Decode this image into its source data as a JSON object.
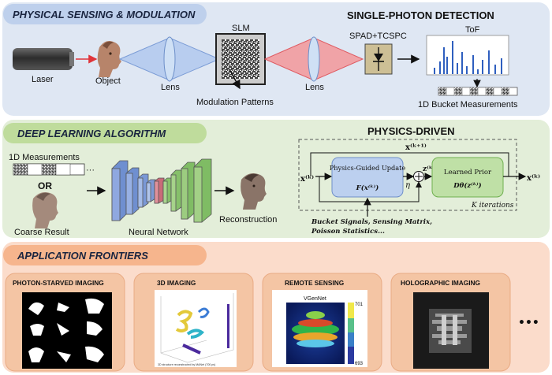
{
  "sections": {
    "sensing": {
      "title": "PHYSICAL SENSING & MODULATION"
    },
    "detection": {
      "title": "SINGLE-PHOTON DETECTION"
    },
    "deep_learning": {
      "title": "DEEP LEARNING ALGORITHM"
    },
    "physics": {
      "title": "PHYSICS-DRIVEN"
    },
    "applications": {
      "title": "APPLICATION FRONTIERS"
    }
  },
  "sensing": {
    "laser": "Laser",
    "object": "Object",
    "lens1": "Lens",
    "slm": "SLM",
    "patterns": "Modulation Patterns",
    "lens2": "Lens",
    "spad": "SPAD+TCSPC",
    "tof": "ToF",
    "bucket": "1D Bucket Measurements"
  },
  "deep": {
    "measurements": "1D Measurements",
    "dots": "···",
    "or": "OR",
    "coarse": "Coarse Result",
    "network": "Neural Network",
    "reconstruction": "Reconstruction"
  },
  "physics": {
    "xk_in": "x⁽ᵏ⁾",
    "xk1": "x⁽ᵏ⁺¹⁾",
    "guided_title": "Physics-Guided Update",
    "guided_func": "F(x⁽ᵏ⁾)",
    "eta": "η",
    "zk": "z⁽ᵏ⁾",
    "prior_title": "Learned Prior",
    "prior_func": "Dθ(z⁽ᵏ⁾)",
    "xk_out": "x⁽ᵏ⁾",
    "iterations": "K iterations",
    "inputs_line1": "Bucket Signals, Sensing Matrix,",
    "inputs_line2": "Poisson Statistics..."
  },
  "apps": [
    {
      "title": "PHOTON-STARVED IMAGING"
    },
    {
      "title": "3D IMAGING",
      "caption": "3D structure reconstructed by MANet (700 ps)"
    },
    {
      "title": "REMOTE SENSING",
      "plot_title": "VGenNet",
      "cbar_max": "701",
      "cbar_min": "693"
    },
    {
      "title": "HOLOGRAPHIC IMAGING"
    }
  ],
  "apps_more": "•••",
  "colors": {
    "panel_blue": "#dfe7f3",
    "panel_green": "#e3eed9",
    "panel_orange": "#fbdccb",
    "hdr_blue": "#bed0ec",
    "hdr_green": "#bfdc9c",
    "hdr_orange": "#f6b58d",
    "red_arrow": "#e0343a"
  }
}
